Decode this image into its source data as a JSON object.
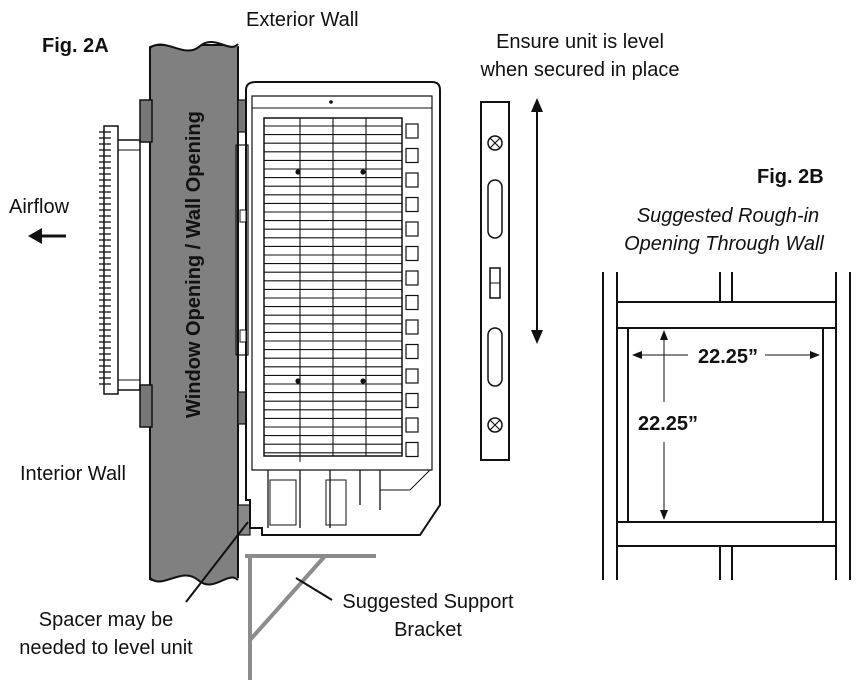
{
  "fig2a": {
    "title": "Fig. 2A",
    "exterior_wall": "Exterior Wall",
    "interior_wall": "Interior Wall",
    "wall_opening": "Window Opening / Wall Opening",
    "airflow": "Airflow",
    "level_note_line1": "Ensure unit is level",
    "level_note_line2": "when secured in place",
    "spacer_line1": "Spacer may be",
    "spacer_line2": "needed to level unit",
    "bracket_line1": "Suggested Support",
    "bracket_line2": "Bracket"
  },
  "fig2b": {
    "title": "Fig. 2B",
    "caption_line1": "Suggested Rough-in",
    "caption_line2": "Opening Through Wall",
    "width_dim": "22.25”",
    "height_dim": "22.25”"
  },
  "colors": {
    "wall_fill": "#808080",
    "line": "#111111",
    "bracket": "#8c8c8c"
  }
}
